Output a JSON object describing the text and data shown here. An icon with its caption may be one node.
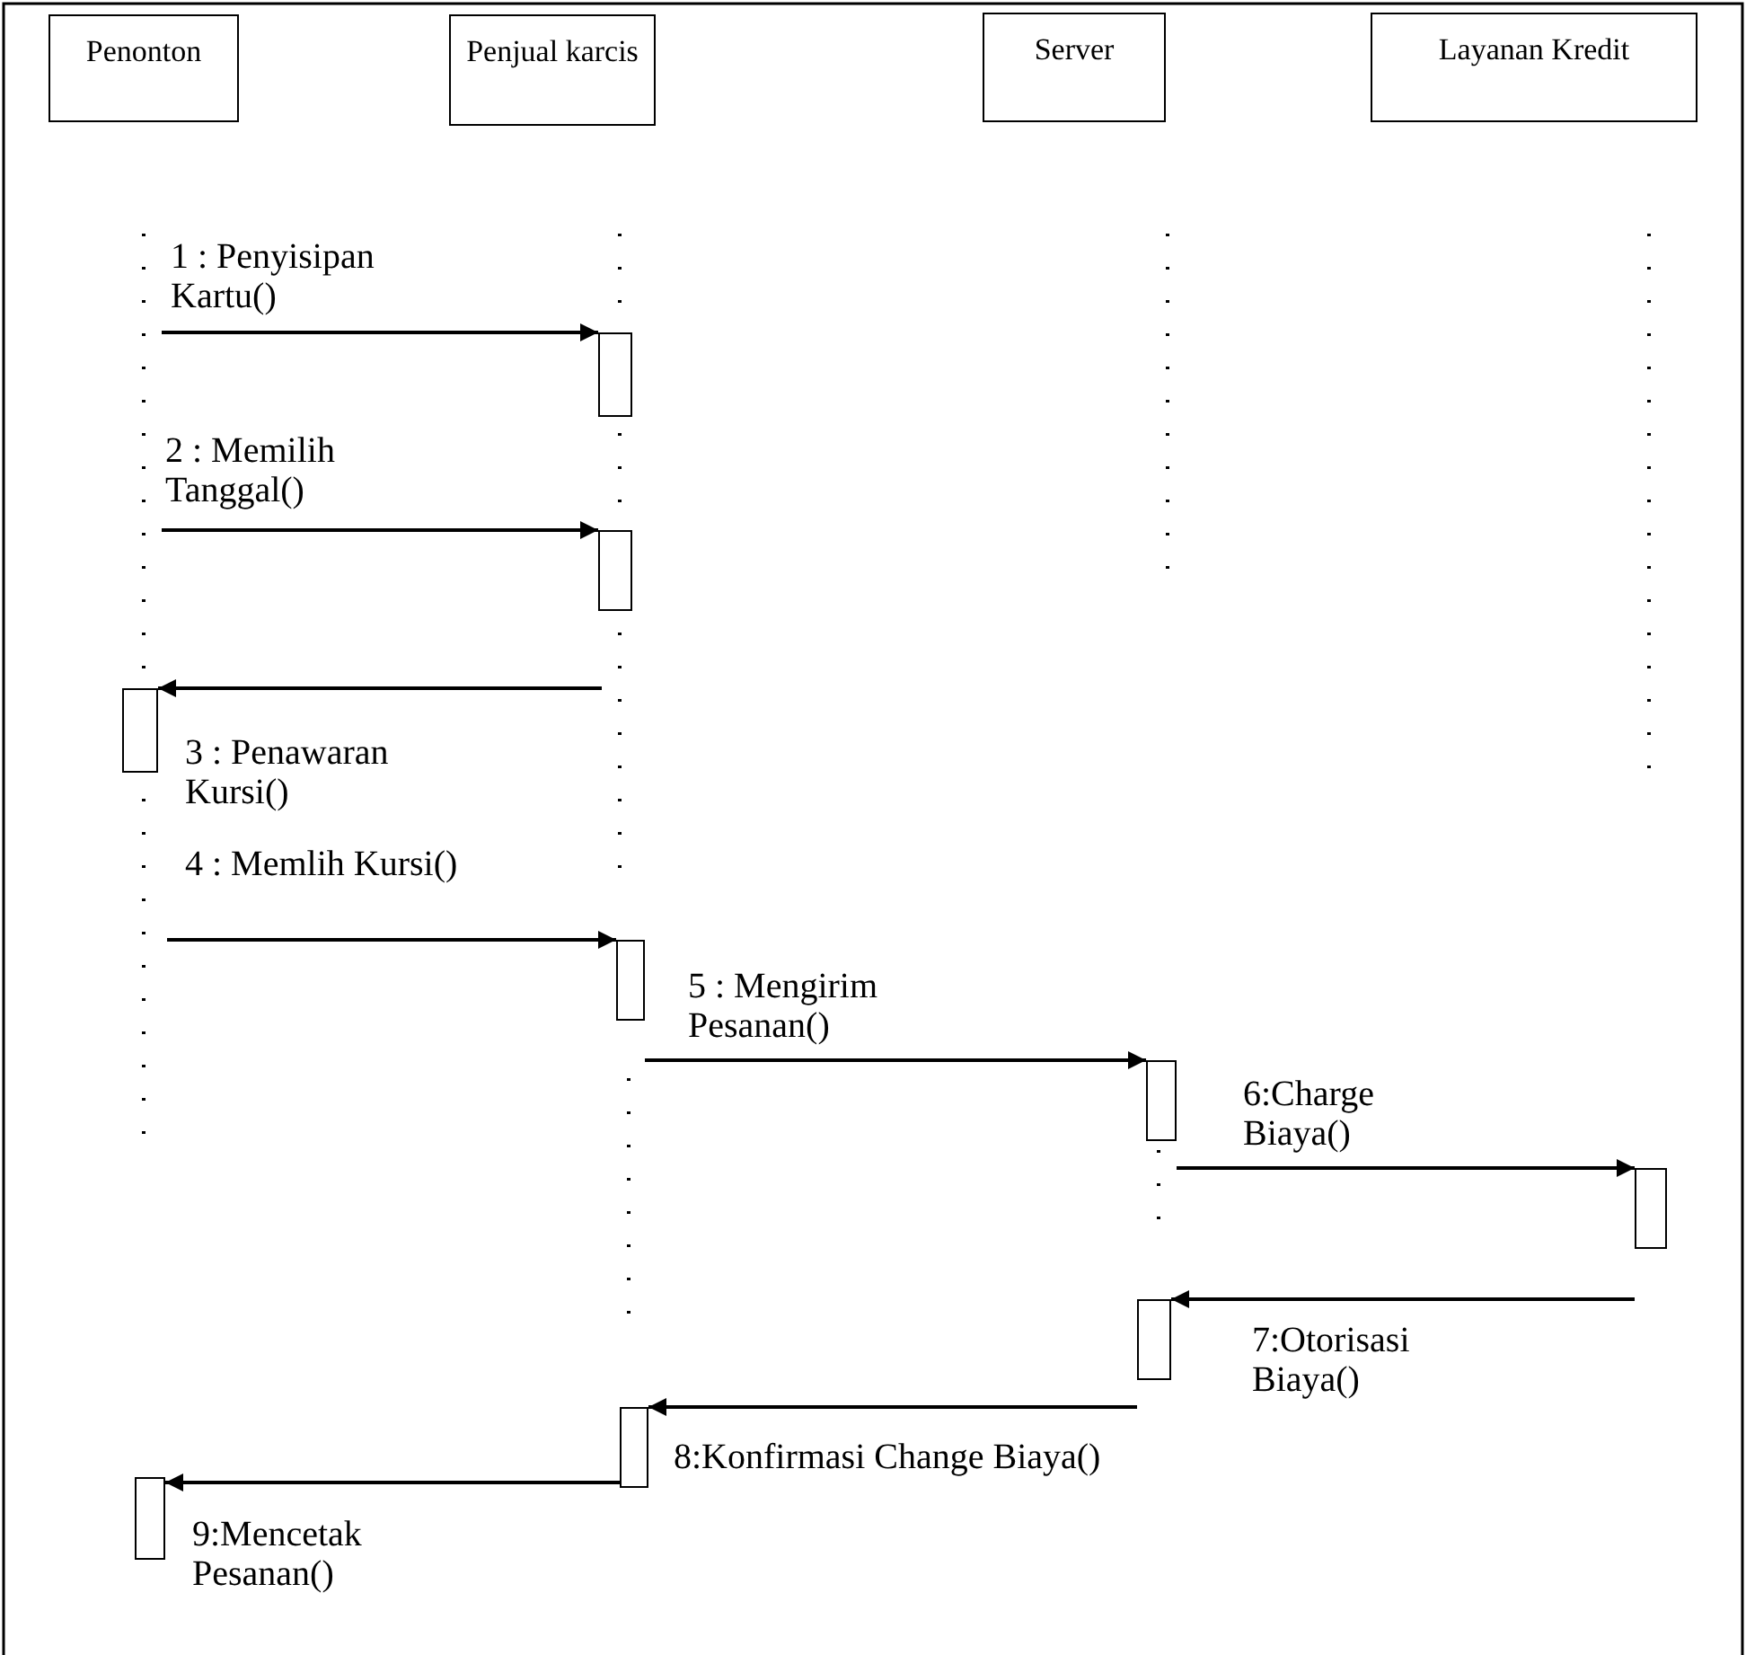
{
  "diagram": {
    "nodes": [
      {
        "text": [
          "Penonton"
        ]
      },
      {
        "text": [
          "Penjual karcis"
        ]
      },
      {
        "text": [
          "Server"
        ]
      },
      {
        "text": [
          "Layanan Kredit"
        ]
      },
      {
        "text": [],
        "shape": "bar"
      },
      {
        "text": [],
        "shape": "bar"
      },
      {
        "text": [],
        "shape": "bar"
      },
      {
        "text": [],
        "shape": "bar"
      },
      {
        "text": [],
        "shape": "bar"
      },
      {
        "text": [],
        "shape": "bar"
      },
      {
        "text": [],
        "shape": "bar"
      },
      {
        "text": [],
        "shape": "bar"
      },
      {
        "text": [],
        "shape": "bar"
      }
    ],
    "edges": [
      {
        "from": null,
        "to": 4,
        "arrow": "to",
        "label": "1 : Penyisipan Kartu()"
      },
      {
        "from": null,
        "to": 5,
        "arrow": "to",
        "label": "2 : Memilih Tanggal()"
      },
      {
        "from": null,
        "to": 6,
        "arrow": "to",
        "label": "3 : Penawaran Kursi()"
      },
      {
        "from": null,
        "to": 7,
        "arrow": "to",
        "label": "4 : Memlih Kursi()"
      },
      {
        "from": 7,
        "to": 8,
        "arrow": "to",
        "label": "5 : Mengirim Pesanan()"
      },
      {
        "from": 8,
        "to": 9,
        "arrow": "to",
        "label": "6:Charge Biaya()"
      },
      {
        "from": 9,
        "to": 10,
        "arrow": "to",
        "label": "7:Otorisasi Biaya()"
      },
      {
        "from": 10,
        "to": 11,
        "arrow": "to",
        "label": "8:Konfirmasi Change Biaya()"
      },
      {
        "from": 11,
        "to": 12,
        "arrow": "to",
        "label": "9:Mencetak Pesanan()"
      }
    ]
  }
}
